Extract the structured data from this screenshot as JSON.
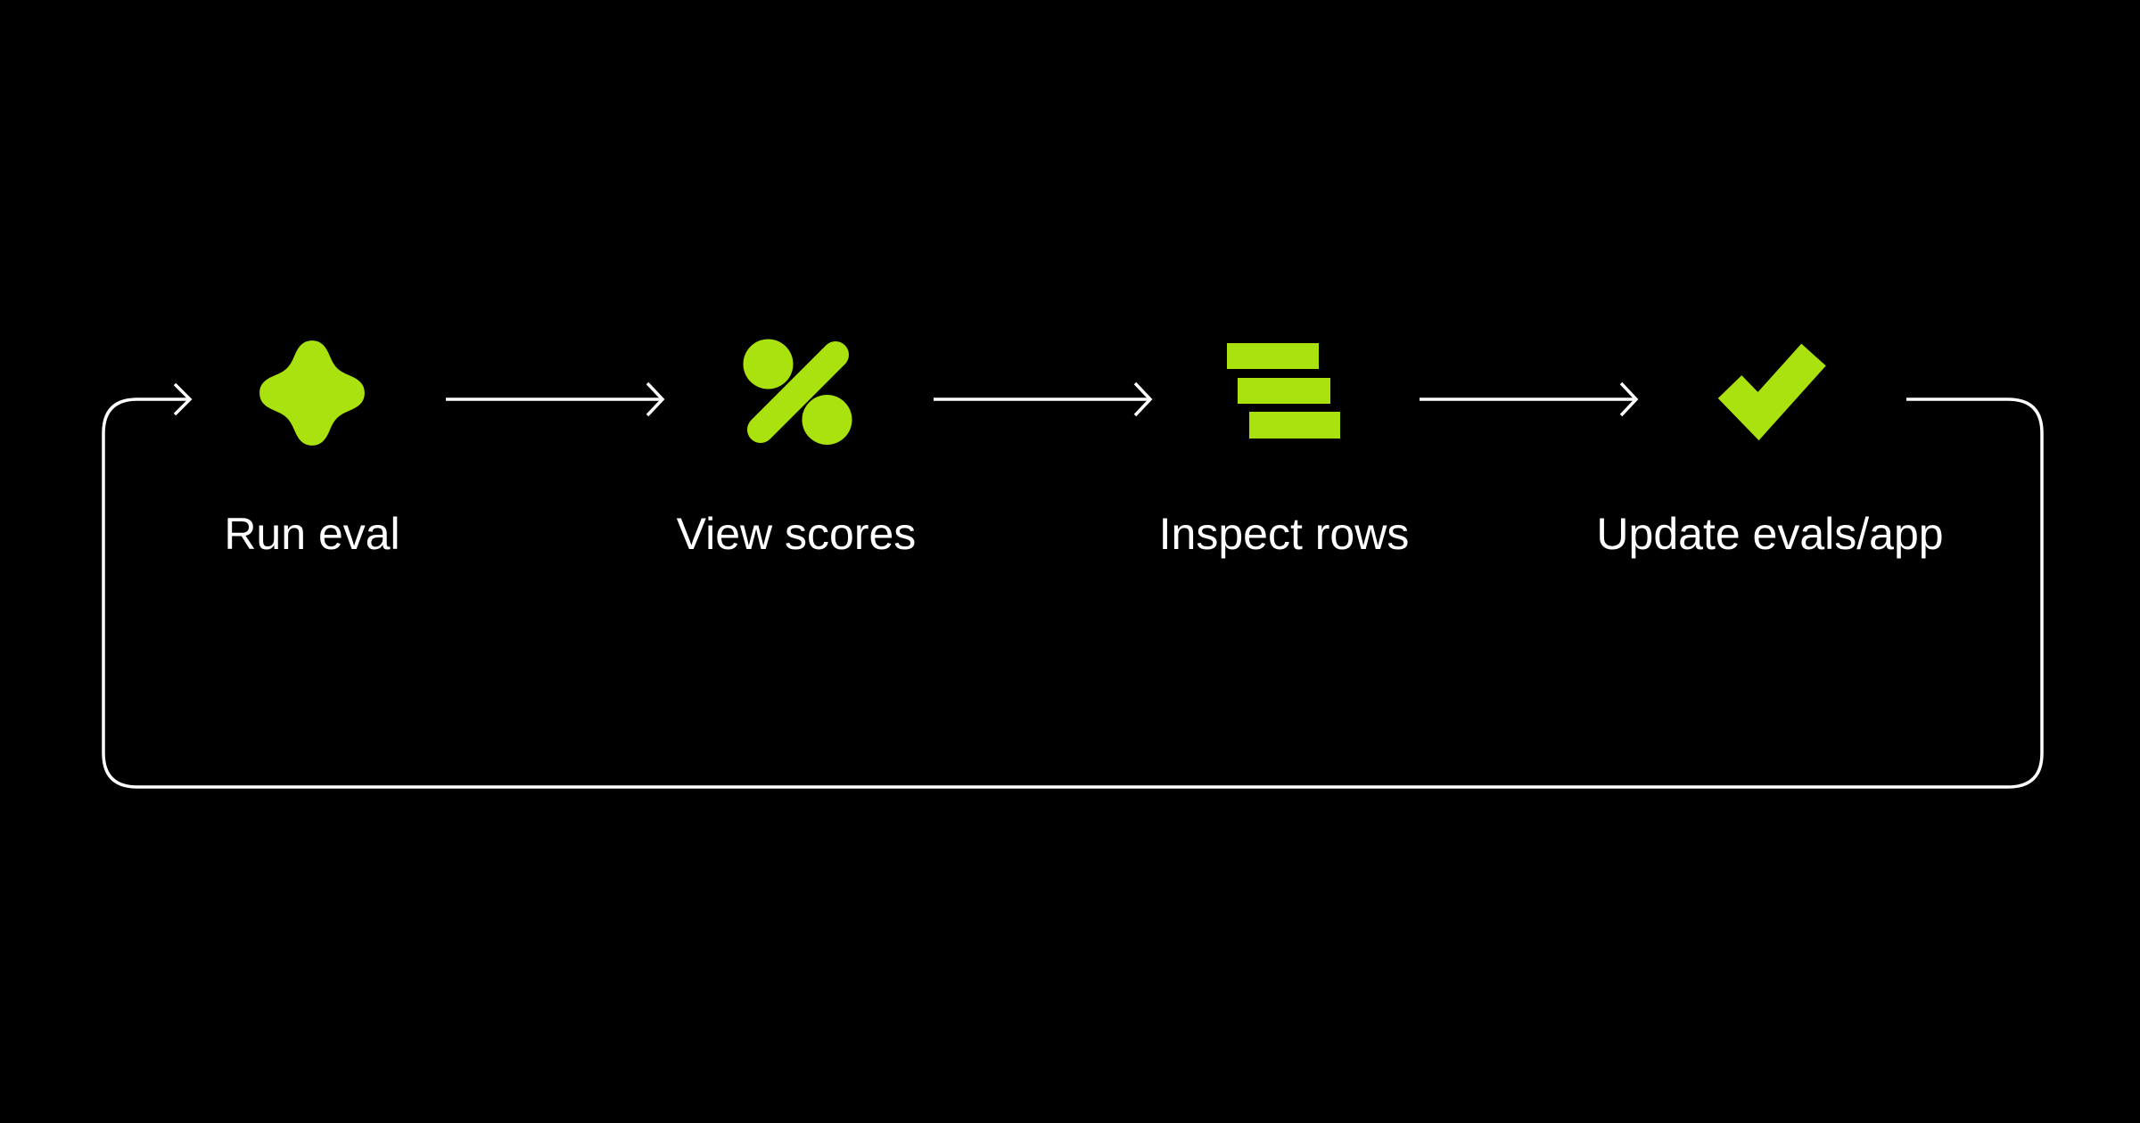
{
  "diagram": {
    "type": "cyclic-flow",
    "colors": {
      "background": "#000000",
      "accent_green": "#A9E20E",
      "line": "#FFFFFF",
      "text": "#FFFFFF"
    },
    "steps": [
      {
        "label": "Run eval",
        "icon": "sparkle-icon"
      },
      {
        "label": "View scores",
        "icon": "percent-icon"
      },
      {
        "label": "Inspect rows",
        "icon": "stacked-rows-icon"
      },
      {
        "label": "Update evals/app",
        "icon": "check-icon"
      }
    ],
    "loop": {
      "description": "feedback loop from last step back to first step"
    }
  }
}
